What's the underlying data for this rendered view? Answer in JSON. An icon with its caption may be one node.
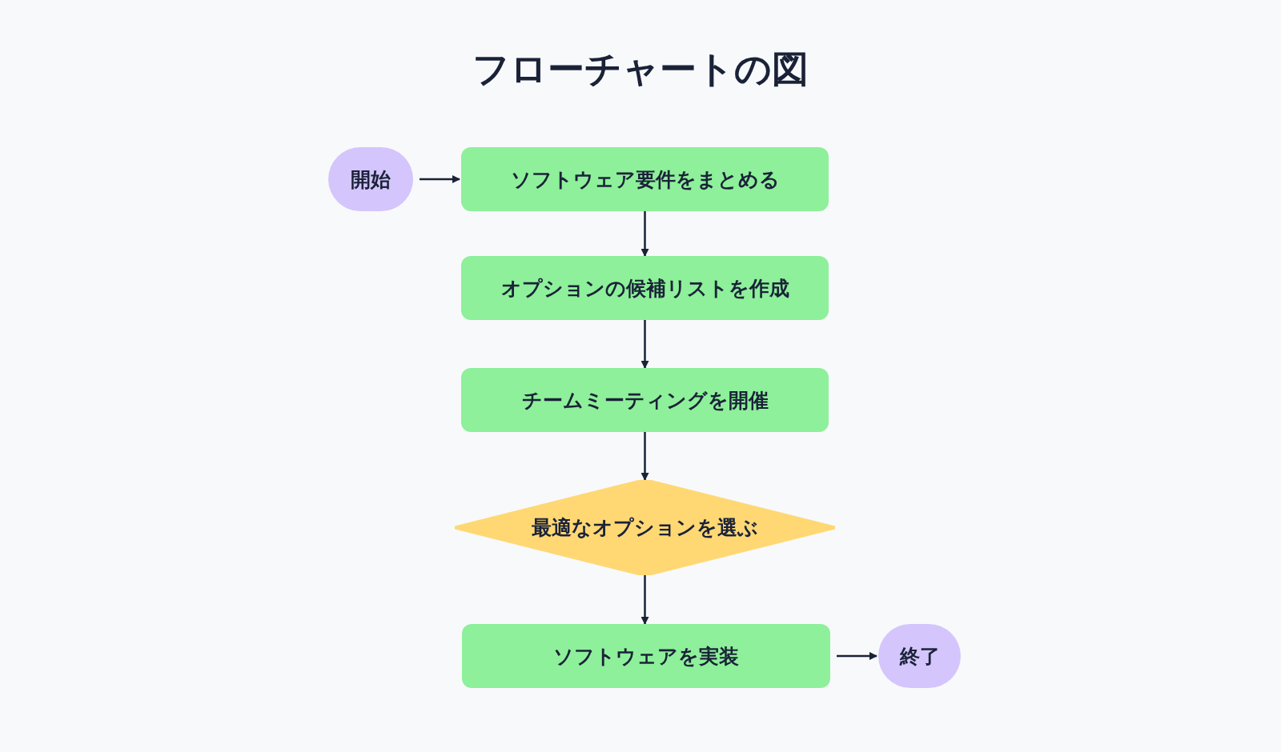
{
  "diagram": {
    "title": "フローチャートの図",
    "nodes": [
      {
        "text": [
          "開始"
        ]
      },
      {
        "text": [
          "ソフトウェア要件をまとめる"
        ]
      },
      {
        "text": [
          "オプションの候補リストを作成"
        ]
      },
      {
        "text": [
          "チームミーティングを開催"
        ]
      },
      {
        "text": [
          "最適なオプションを選ぶ"
        ]
      },
      {
        "text": [
          "ソフトウェアを実装"
        ]
      },
      {
        "text": [
          "終了"
        ]
      }
    ],
    "edges": [
      {
        "from": 0,
        "to": 1,
        "arrow": "to"
      },
      {
        "from": 1,
        "to": 2,
        "arrow": "to"
      },
      {
        "from": 2,
        "to": 3,
        "arrow": "to"
      },
      {
        "from": 3,
        "to": 4,
        "arrow": "to"
      },
      {
        "from": 4,
        "to": 5,
        "arrow": "to"
      },
      {
        "from": 5,
        "to": 6,
        "arrow": "to"
      }
    ]
  }
}
